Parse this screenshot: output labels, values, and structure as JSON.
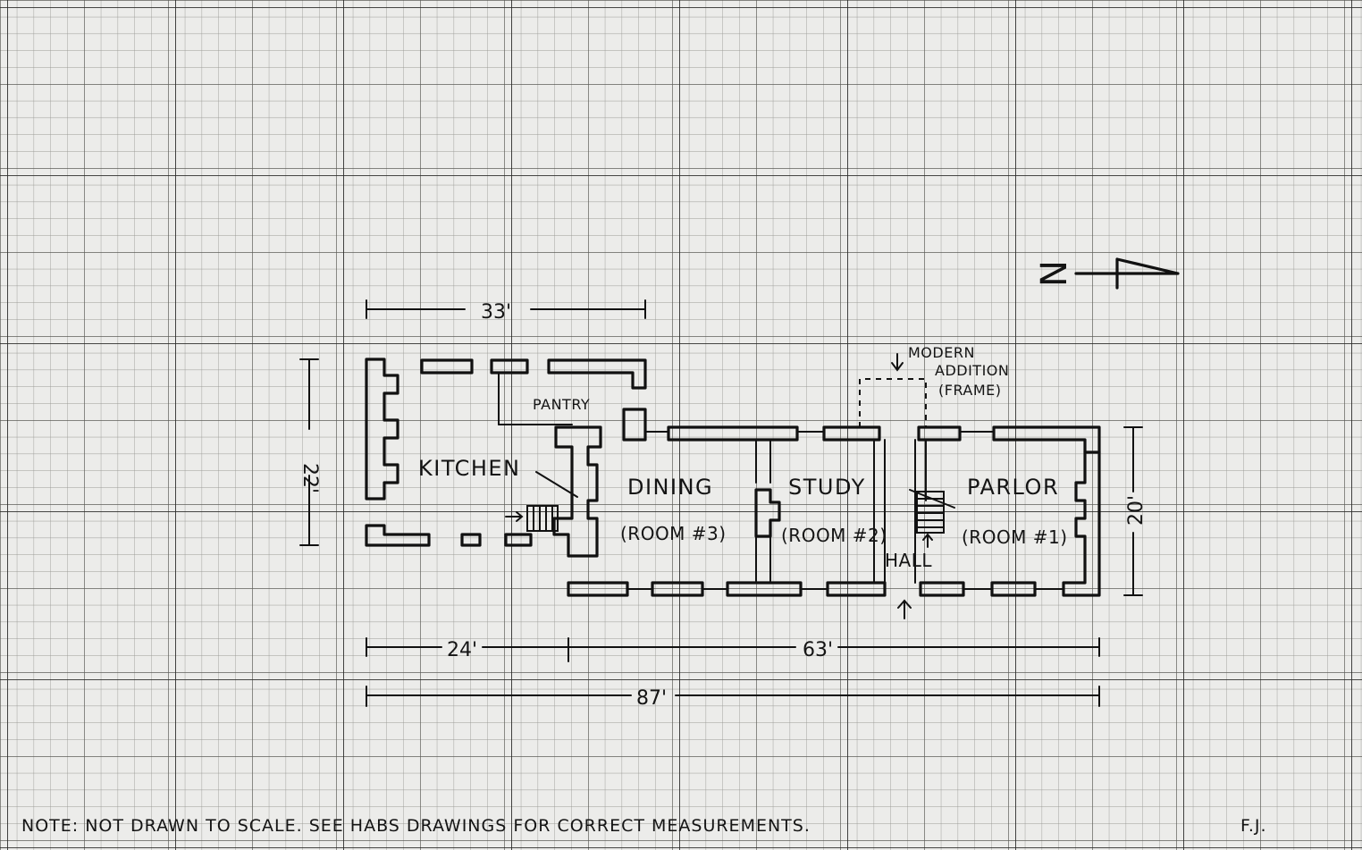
{
  "plan": {
    "rooms": {
      "kitchen": "KITCHEN",
      "pantry": "PANTRY",
      "dining": "DINING",
      "dining_sub": "(ROOM #3)",
      "study": "STUDY",
      "study_sub": "(ROOM #2)",
      "parlor": "PARLOR",
      "parlor_sub": "(ROOM #1)",
      "hall": "HALL"
    },
    "addition": {
      "line1": "MODERN",
      "line2": "ADDITION",
      "line3": "(FRAME)"
    },
    "dimensions": {
      "top_width": "33'",
      "left_height": "22'",
      "right_height": "20'",
      "west_length": "24'",
      "east_length": "63'",
      "total_length": "87'"
    },
    "north_arrow_letter": "N"
  },
  "footer": {
    "note": "NOTE: NOT DRAWN TO SCALE. SEE HABS DRAWINGS FOR CORRECT MEASUREMENTS.",
    "initials": "F.J."
  }
}
